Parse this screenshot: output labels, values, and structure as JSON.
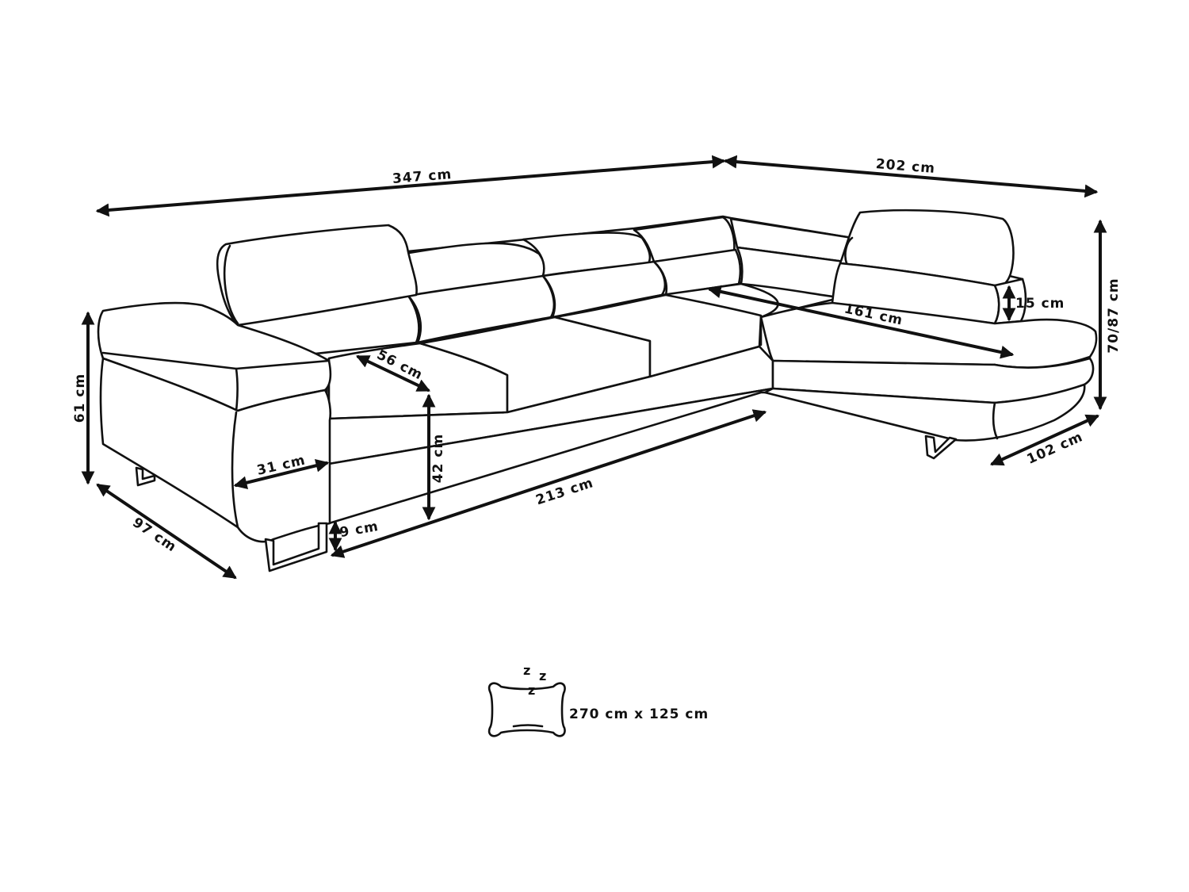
{
  "dimensions": {
    "total_width": "347 cm",
    "chaise_width": "202 cm",
    "height_left": "61 cm",
    "height_right": "70/87 cm",
    "depth_left": "97 cm",
    "depth_right": "102 cm",
    "seat_depth": "56 cm",
    "seat_height": "42 cm",
    "armrest_width": "31 cm",
    "leg_height": "9 cm",
    "seat_length": "213 cm",
    "chaise_seat_length": "161 cm",
    "headrest_adjust": "15 cm"
  },
  "sleeping_area": {
    "icon": "pillow-sleep-icon",
    "z_letters": [
      "z",
      "z",
      "z"
    ],
    "size": "270 cm x 125 cm"
  }
}
